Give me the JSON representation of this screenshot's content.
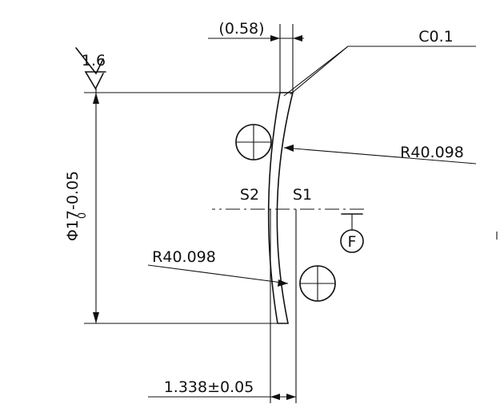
{
  "drawing": {
    "roughness": "1.6",
    "top_thickness": "(0.58)",
    "chamfer": "C0.1",
    "radius_front": "R40.098",
    "radius_back": "R40.098",
    "surface_1": "S1",
    "surface_2": "S2",
    "datum": "F",
    "diameter": "Φ17-0.05",
    "diameter_lower_tol": "0",
    "center_thickness": "1.338±0.05"
  }
}
